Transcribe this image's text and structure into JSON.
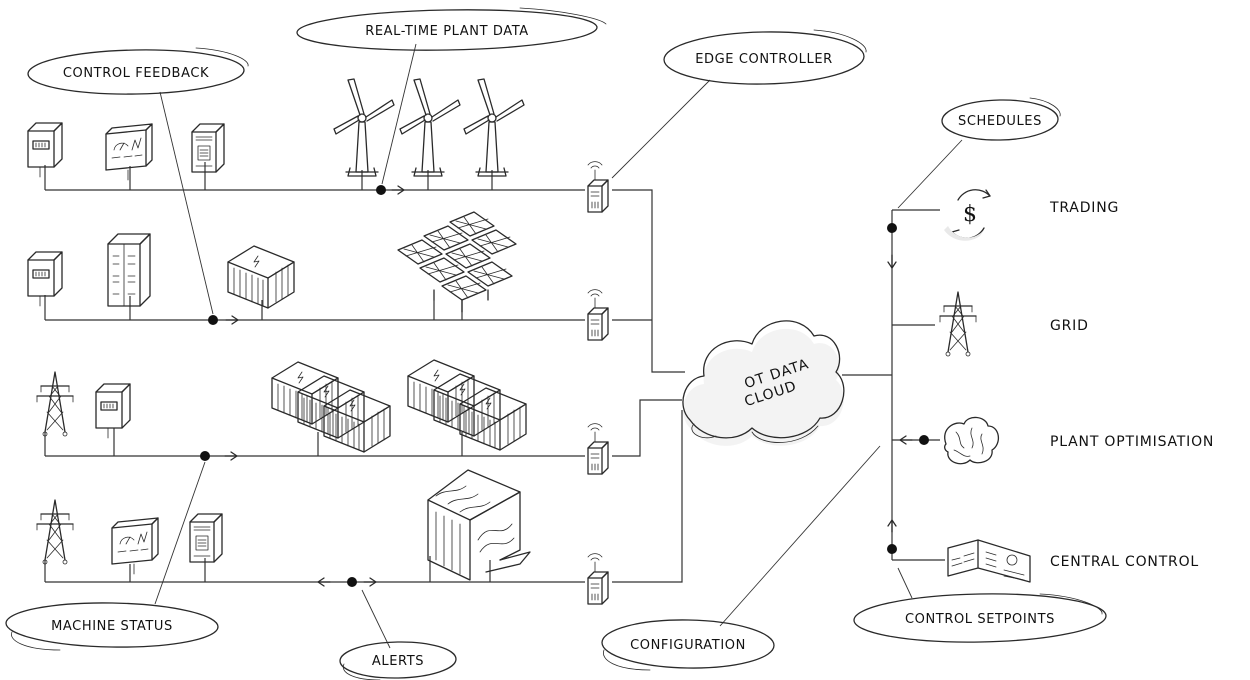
{
  "callouts": {
    "control_feedback": "CONTROL FEEDBACK",
    "real_time_plant_data": "REAL-TIME PLANT DATA",
    "edge_controller": "EDGE CONTROLLER",
    "schedules": "SCHEDULES",
    "machine_status": "MACHINE STATUS",
    "alerts": "ALERTS",
    "configuration": "CONFIGURATION",
    "control_setpoints": "CONTROL SETPOINTS"
  },
  "cloud": {
    "line1": "OT DATA",
    "line2": "CLOUD"
  },
  "services": {
    "trading": "TRADING",
    "grid": "GRID",
    "plant_optimisation": "PLANT OPTIMISATION",
    "central_control": "CENTRAL CONTROL"
  },
  "icons": {
    "dollar_symbol": "$"
  }
}
